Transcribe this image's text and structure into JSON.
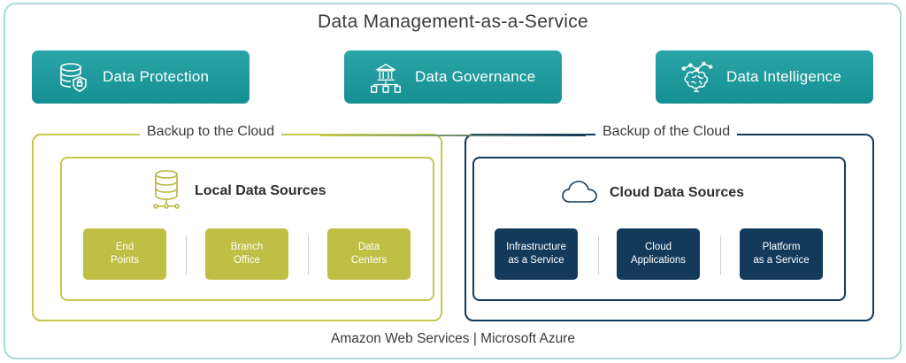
{
  "title": "Data Management-as-a-Service",
  "pillars": [
    {
      "label": "Data Protection",
      "icon": "database-shield-icon"
    },
    {
      "label": "Data Governance",
      "icon": "building-documents-icon"
    },
    {
      "label": "Data Intelligence",
      "icon": "brain-network-icon"
    }
  ],
  "left_section": {
    "label": "Backup to the Cloud",
    "title": "Local Data Sources",
    "icon": "database-network-icon",
    "tiles": [
      "End\nPoints",
      "Branch\nOffice",
      "Data\nCenters"
    ]
  },
  "right_section": {
    "label": "Backup of the Cloud",
    "title": "Cloud Data Sources",
    "icon": "cloud-icon",
    "tiles": [
      "Infrastructure\nas a Service",
      "Cloud\nApplications",
      "Platform\nas a  Service"
    ]
  },
  "footer": "Amazon Web Services | Microsoft Azure",
  "colors": {
    "teal": "#1f9a9d",
    "olive": "#bfbf45",
    "navy": "#133a5b",
    "frame": "#a9dad8"
  }
}
